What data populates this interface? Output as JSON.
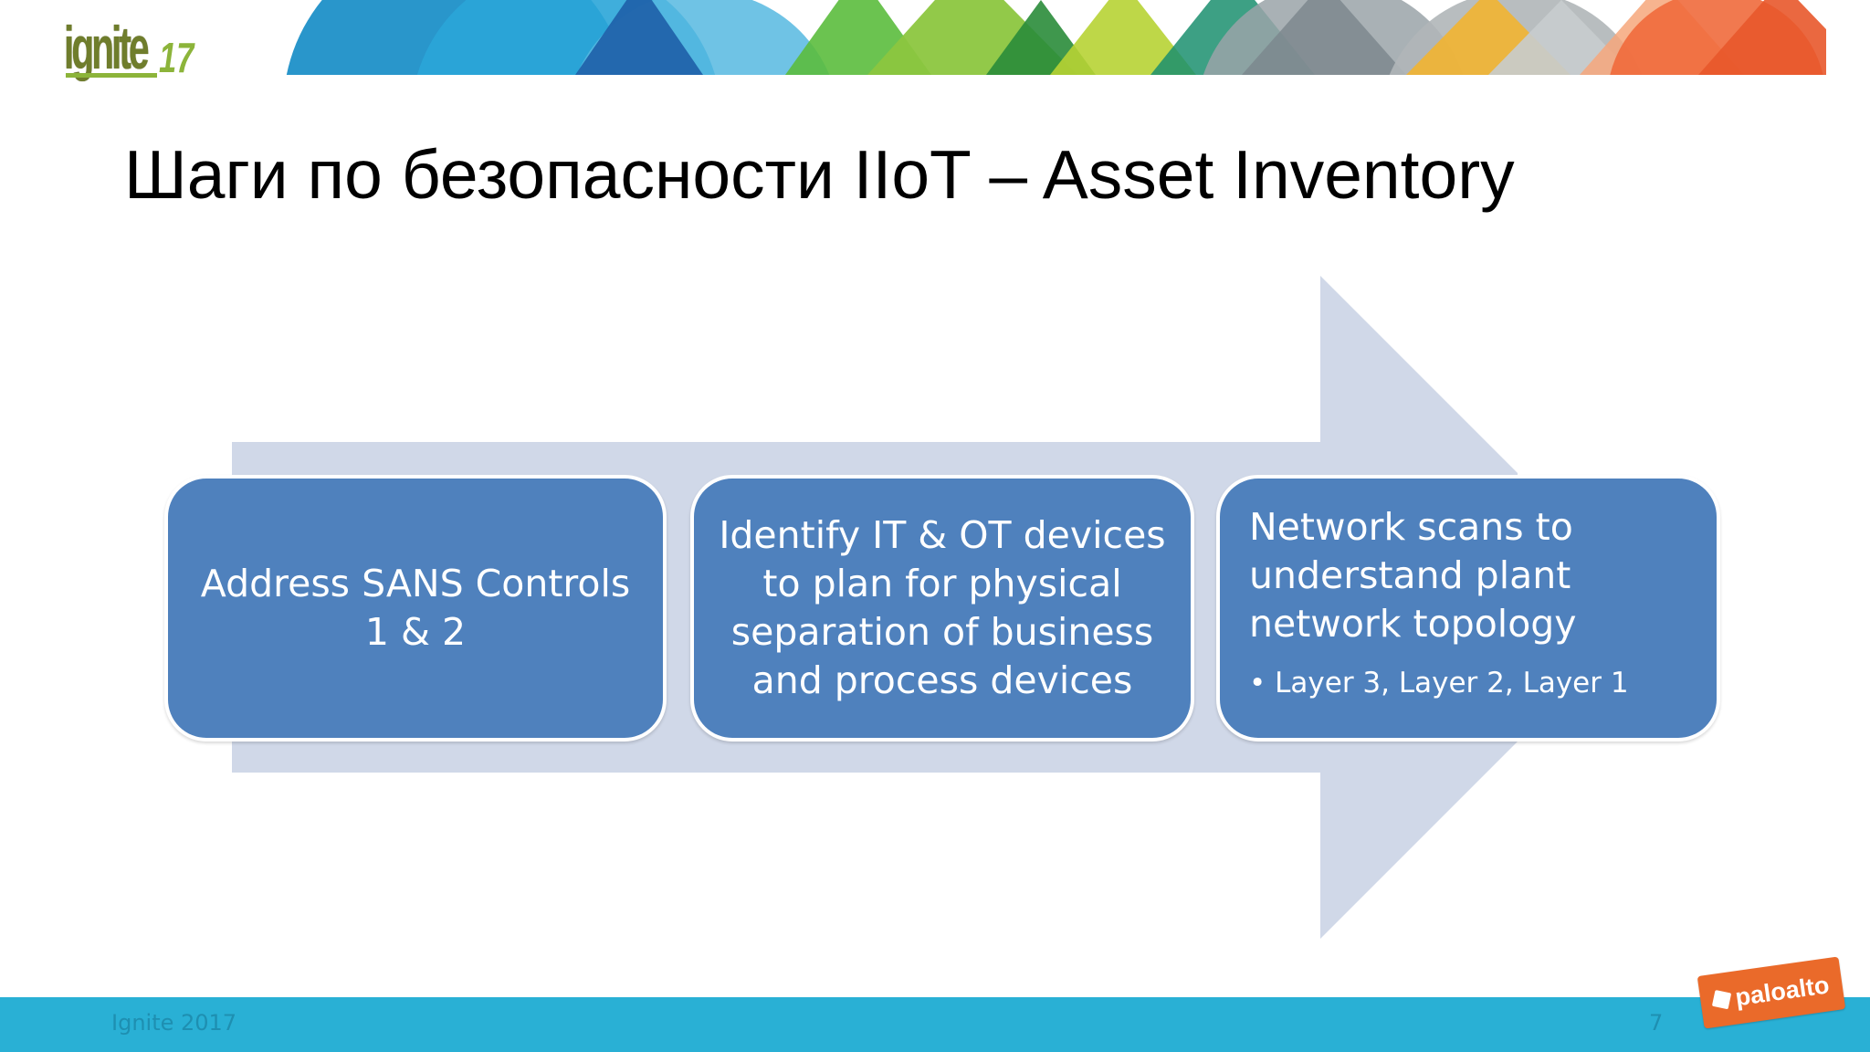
{
  "slide": {
    "title": "Шаги по безопасности IIoT – Asset Inventory",
    "logo": {
      "text": "ignite",
      "number": "17"
    }
  },
  "process_steps": [
    {
      "text": "Address SANS Controls 1 & 2"
    },
    {
      "text": "Identify IT & OT devices to plan for physical separation of business and process devices"
    },
    {
      "text": "Network scans to understand plant network topology",
      "bullet": "Layer 3, Layer 2, Layer 1"
    }
  ],
  "footer": {
    "event": "Ignite 2017",
    "page_number": "7",
    "brand_badge": "paloalto"
  },
  "colors": {
    "box_fill": "#4f81bd",
    "arrow_fill": "#d0d8e8",
    "footer_bar": "#29b0d5",
    "brand_orange": "#ea6a2a"
  }
}
